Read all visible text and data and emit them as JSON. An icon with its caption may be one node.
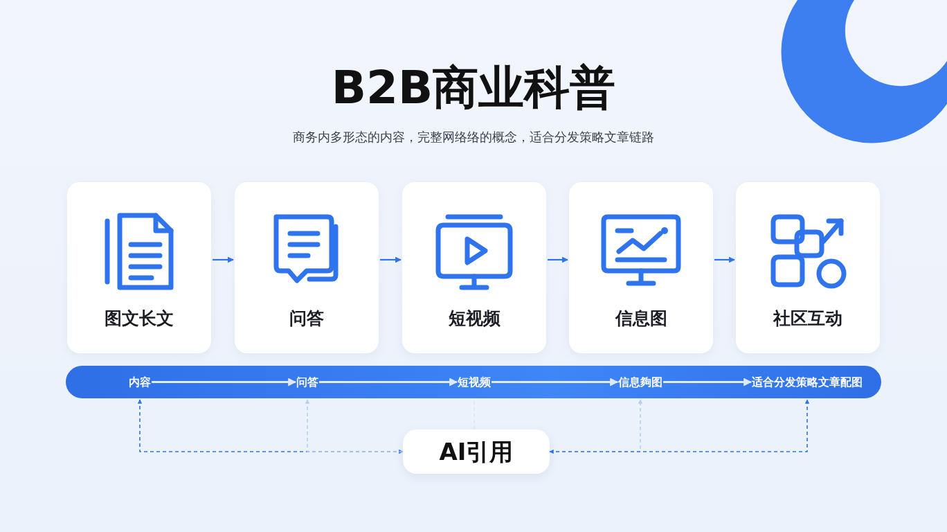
{
  "diagram": {
    "title": "B2B商业科普",
    "nodes": [
      {
        "text": [
          "图文长文"
        ]
      },
      {
        "text": [
          "问答"
        ]
      },
      {
        "text": [
          "短视频"
        ]
      },
      {
        "text": [
          "信息图"
        ]
      },
      {
        "text": [
          "社区互动"
        ]
      },
      {
        "text": [],
        "shape": "bar"
      },
      {
        "text": [
          "内容"
        ],
        "in": 5
      },
      {
        "text": [
          "问答"
        ],
        "in": 5
      },
      {
        "text": [
          "短视频"
        ],
        "in": 5
      },
      {
        "text": [
          "信息夠图"
        ],
        "in": 5
      },
      {
        "text": [
          "适合分发策略文章配图"
        ],
        "in": 5
      },
      {
        "text": [
          "AI引用"
        ]
      }
    ],
    "edges": [
      {
        "from": 0,
        "to": 1,
        "arrow": "to"
      },
      {
        "from": 1,
        "to": 2,
        "arrow": "to"
      },
      {
        "from": 2,
        "to": 3,
        "arrow": "to"
      },
      {
        "from": 3,
        "to": 4,
        "arrow": "to"
      },
      {
        "from": 6,
        "to": 7,
        "arrow": "to",
        "color": "#dfe9ff"
      },
      {
        "from": 7,
        "to": 8,
        "arrow": "to",
        "color": "#dfe9ff"
      },
      {
        "from": 8,
        "to": 9,
        "arrow": "to",
        "color": "#dfe9ff"
      },
      {
        "from": 9,
        "to": 10,
        "arrow": "to",
        "color": "#dfe9ff"
      },
      {
        "from": 11,
        "to": 6,
        "arrow": "both",
        "style": "dashed"
      },
      {
        "from": 11,
        "to": 7,
        "arrow": "to",
        "style": "dashed",
        "color": "#b7cdf3"
      },
      {
        "from": 11,
        "to": 8,
        "arrow": "none",
        "style": "dashed",
        "color": "#dbe4f2"
      },
      {
        "from": 11,
        "to": 9,
        "arrow": "to",
        "style": "dashed",
        "color": "#b7cdf3"
      },
      {
        "from": 11,
        "to": 10,
        "arrow": "both",
        "style": "dashed"
      }
    ],
    "labels": [
      "商务内多形态的内容，完整网络络的概念，适合分发策略文章链路"
    ]
  }
}
